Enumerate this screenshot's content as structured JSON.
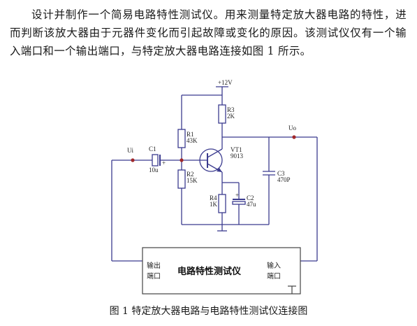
{
  "paragraph": "设计并制作一个简易电路特性测试仪。用来测量特定放大器电路的特性，进而判断该放大器由于元器件变化而引起故障或变化的原因。该测试仪仅有一个输入端口和一个输出端口，与特定放大器电路连接如图 1 所示。",
  "diagram": {
    "supply": "+12V",
    "r3_name": "R3",
    "r3_value": "2K",
    "r1_name": "R1",
    "r1_value": "43K",
    "r2_name": "R2",
    "r2_value": "15K",
    "r4_name": "R4",
    "r4_value": "1K",
    "c1_name": "C1",
    "c1_value": "10u",
    "c2_name": "C2",
    "c2_value": "47u",
    "c3_name": "C3",
    "c3_value": "470P",
    "vt1_name": "VT1",
    "vt1_value": "9013",
    "plus_sign": "+",
    "input_label": "Ui",
    "output_label": "Uo",
    "box_title": "电路特性测试仪",
    "box_out_line1": "输出",
    "box_out_line2": "端口",
    "box_in_line1": "输入",
    "box_in_line2": "端口"
  },
  "caption": "图 1 特定放大器电路与电路特性测试仪连接图"
}
